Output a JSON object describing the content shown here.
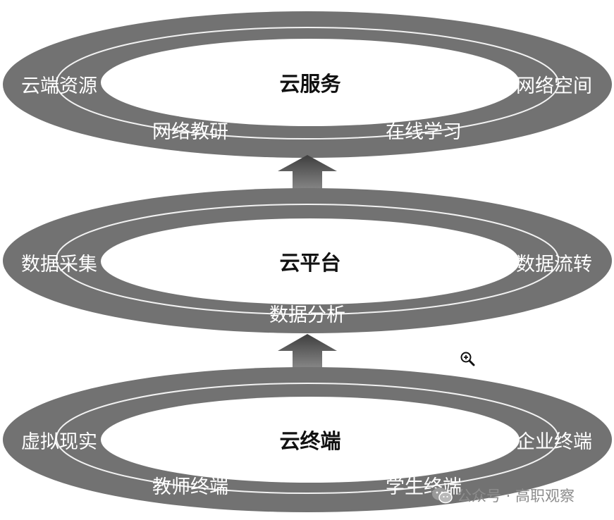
{
  "layers": [
    {
      "key": "service",
      "title": "云服务",
      "labels": {
        "left": "云端资源",
        "right": "网络空间",
        "bottom_left": "网络教研",
        "bottom_right": "在线学习"
      }
    },
    {
      "key": "platform",
      "title": "云平台",
      "labels": {
        "left": "数据采集",
        "right": "数据流转",
        "bottom_center": "数据分析"
      }
    },
    {
      "key": "terminal",
      "title": "云终端",
      "labels": {
        "left": "虚拟现实",
        "right": "企业终端",
        "bottom_left": "教师终端",
        "bottom_right": "学生终端"
      }
    }
  ],
  "watermark": {
    "text": "公众号 · 高职观察"
  },
  "colors": {
    "ring": "#727272",
    "arrow": "#5a5a5a",
    "inner_line": "#f2f2f2",
    "title": "#111111"
  },
  "icons": {
    "zoom": "zoom-in-icon",
    "watermark": "wechat-icon"
  }
}
